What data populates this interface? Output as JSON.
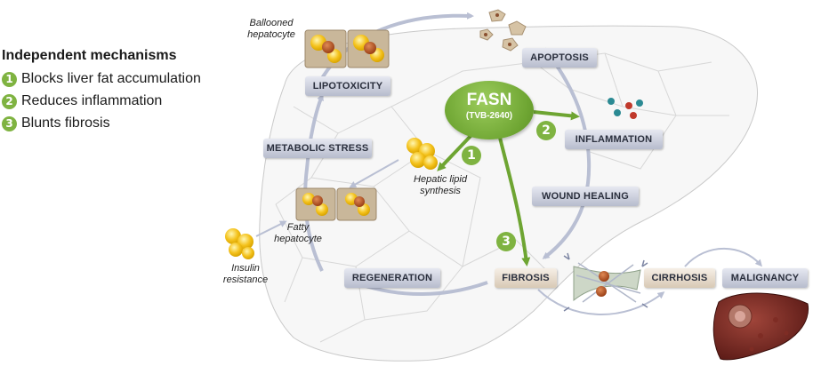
{
  "legend": {
    "title": "Independent mechanisms",
    "items": [
      {
        "num": "1",
        "label": "Blocks liver fat accumulation"
      },
      {
        "num": "2",
        "label": "Reduces inflammation"
      },
      {
        "num": "3",
        "label": "Blunts fibrosis"
      }
    ]
  },
  "center": {
    "name": "FASN",
    "drug": "(TVB-2640)"
  },
  "pathway_numbers": [
    "1",
    "2",
    "3"
  ],
  "boxes": {
    "lipotoxicity": "LIPOTOXICITY",
    "metabolic_stress": "METABOLIC STRESS",
    "apoptosis": "APOPTOSIS",
    "inflammation": "INFLAMMATION",
    "wound_healing": "WOUND HEALING",
    "regeneration": "REGENERATION",
    "fibrosis": "FIBROSIS",
    "cirrhosis": "CIRRHOSIS",
    "malignancy": "MALIGNANCY"
  },
  "labels": {
    "ballooned_1": "Ballooned",
    "ballooned_2": "hepatocyte",
    "hepatic_1": "Hepatic lipid",
    "hepatic_2": "synthesis",
    "fatty_1": "Fatty",
    "fatty_2": "hepatocyte",
    "insulin_1": "Insulin",
    "insulin_2": "resistance"
  },
  "colors": {
    "green": "#7fb341",
    "grey_arrow": "#b9bfd3",
    "cell_tan": "#c9b79a",
    "fat_yellow": "#f4c21c",
    "nucleus": "#b85a2a"
  }
}
